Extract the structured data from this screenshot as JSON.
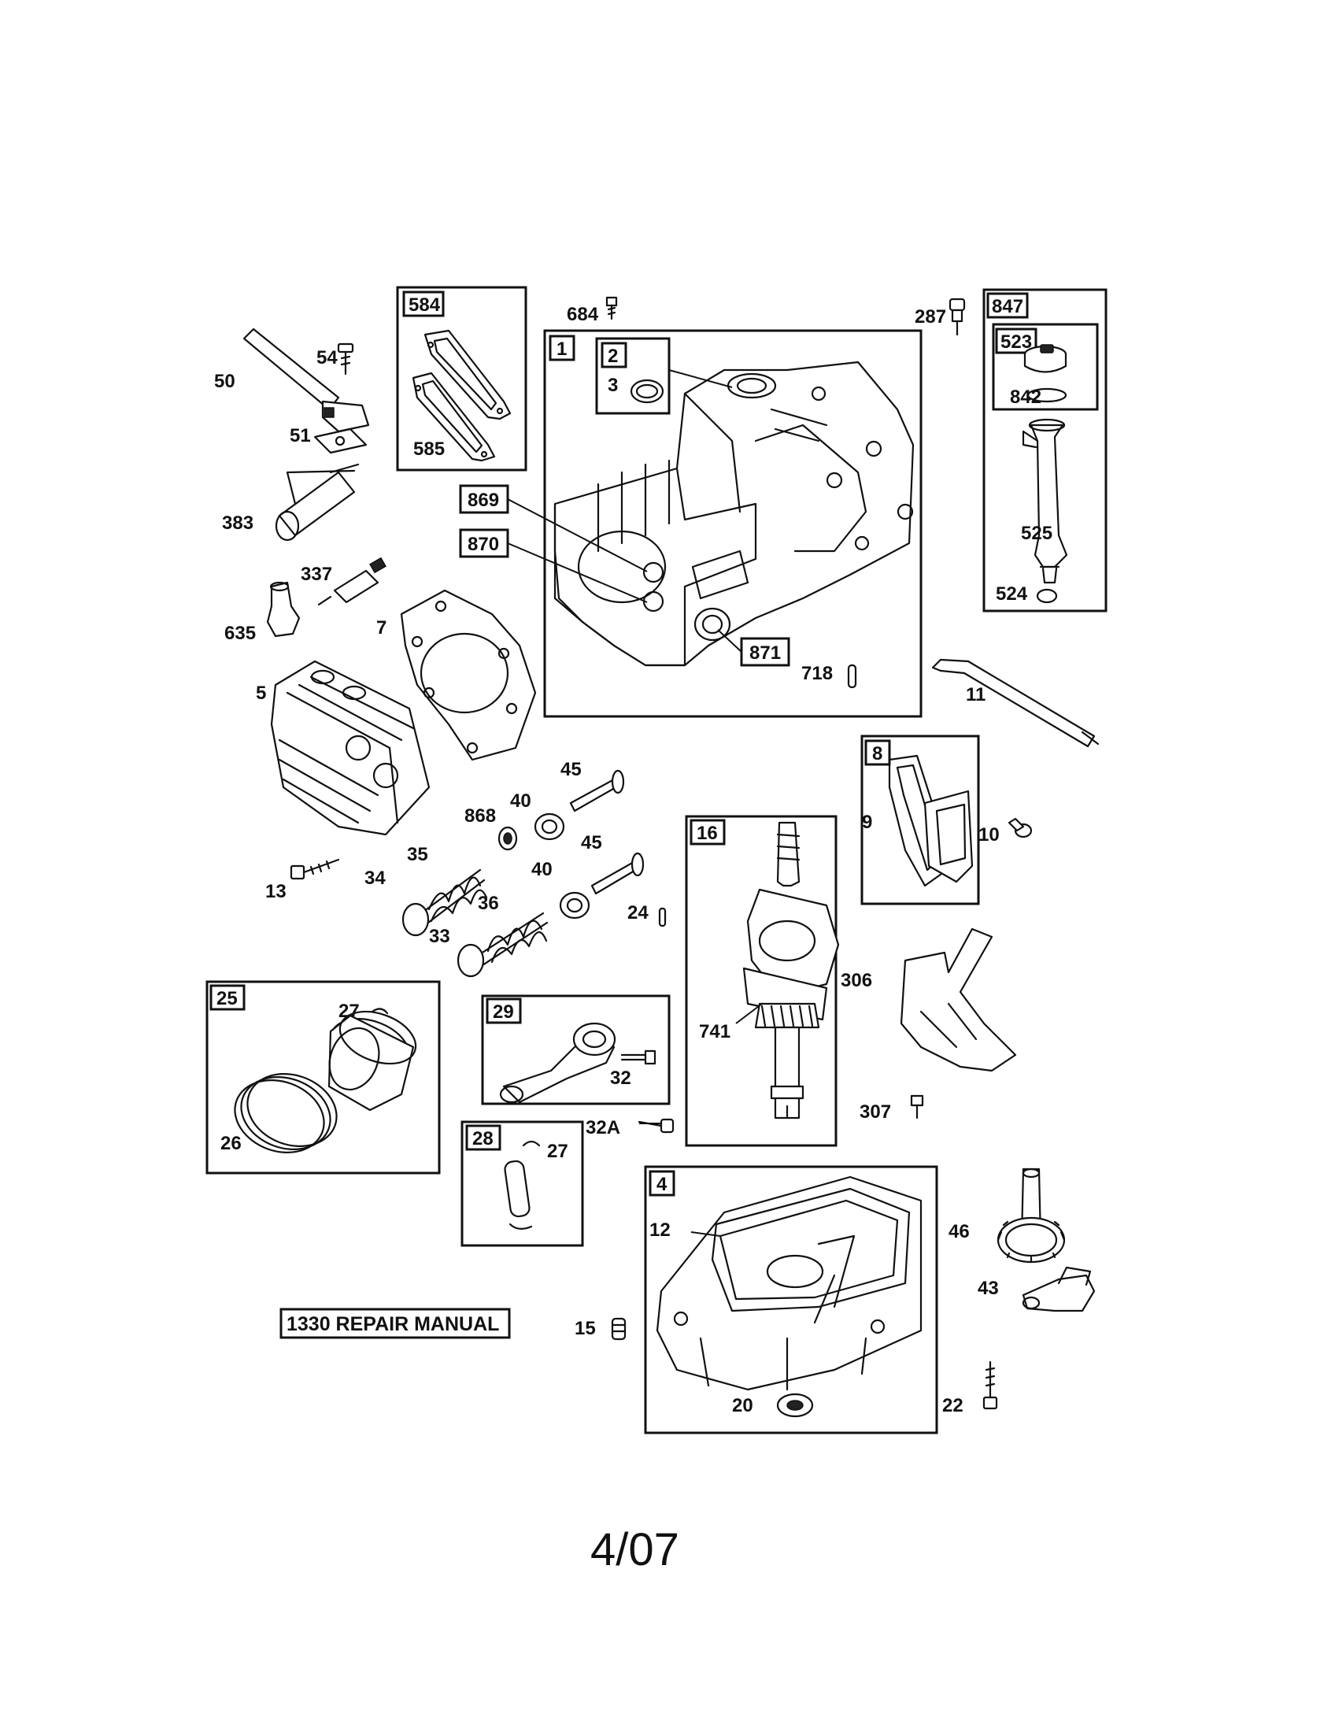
{
  "diagram": {
    "boxes": {
      "b584": "584",
      "b1": "1",
      "b2": "2",
      "b847": "847",
      "b523": "523",
      "b869": "869",
      "b870": "870",
      "b871": "871",
      "b8": "8",
      "b16": "16",
      "b25": "25",
      "b29": "29",
      "b28": "28",
      "b4": "4"
    },
    "labels": {
      "l684": "684",
      "l287": "287",
      "l50": "50",
      "l54": "54",
      "l51": "51",
      "l585": "585",
      "l3": "3",
      "l842": "842",
      "l525": "525",
      "l524": "524",
      "l383": "383",
      "l337": "337",
      "l635": "635",
      "l7": "7",
      "l5": "5",
      "l718": "718",
      "l11": "11",
      "l45a": "45",
      "l868": "868",
      "l40a": "40",
      "l45b": "45",
      "l40b": "40",
      "l9": "9",
      "l10": "10",
      "l13": "13",
      "l35": "35",
      "l34": "34",
      "l36": "36",
      "l33": "33",
      "l24": "24",
      "l306": "306",
      "l27a": "27",
      "l26": "26",
      "l32": "32",
      "l741": "741",
      "l307": "307",
      "l32A": "32A",
      "l27b": "27",
      "l12": "12",
      "l46": "46",
      "l43": "43",
      "l15": "15",
      "l20": "20",
      "l22": "22"
    },
    "manual_label": "1330 REPAIR MANUAL",
    "page_date": "4/07"
  }
}
